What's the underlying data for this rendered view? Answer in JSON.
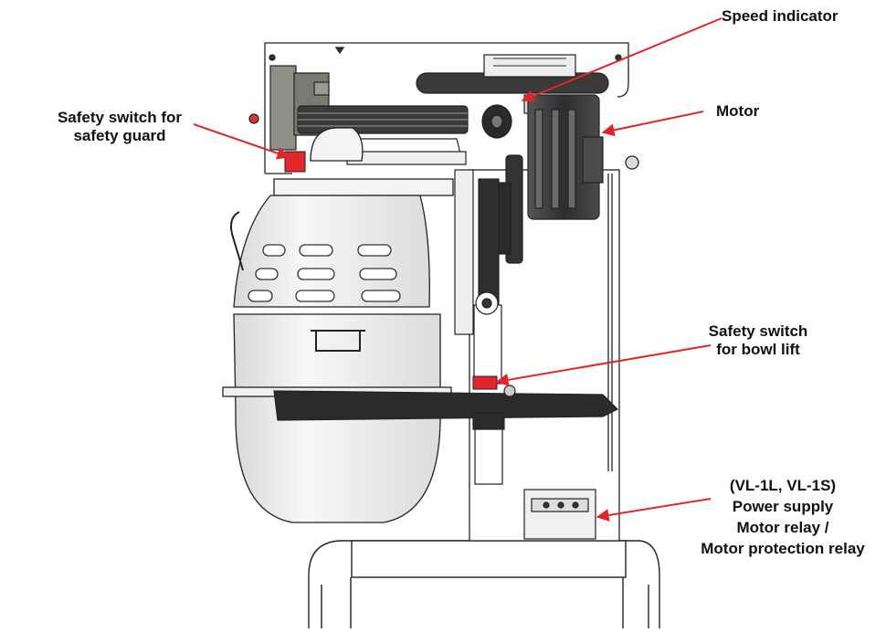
{
  "labels": {
    "speed_indicator": [
      "Speed indicator"
    ],
    "motor": [
      "Motor"
    ],
    "safety_guard": [
      "Safety switch for",
      "safety guard"
    ],
    "bowl_lift": [
      "Safety switch",
      "for bowl lift"
    ],
    "power_supply": [
      "(VL-1L, VL-1S)",
      "Power supply",
      "Motor relay /",
      "Motor protection relay"
    ]
  },
  "colors": {
    "arrow": "#e0262b",
    "highlight": "#e3262c",
    "outline": "#222222",
    "bowl_fill": "#f2f2f2",
    "motor_fill": "#3a3a3a",
    "arm_fill": "#2b2b2b",
    "guard_fill": "#7a7a70"
  }
}
